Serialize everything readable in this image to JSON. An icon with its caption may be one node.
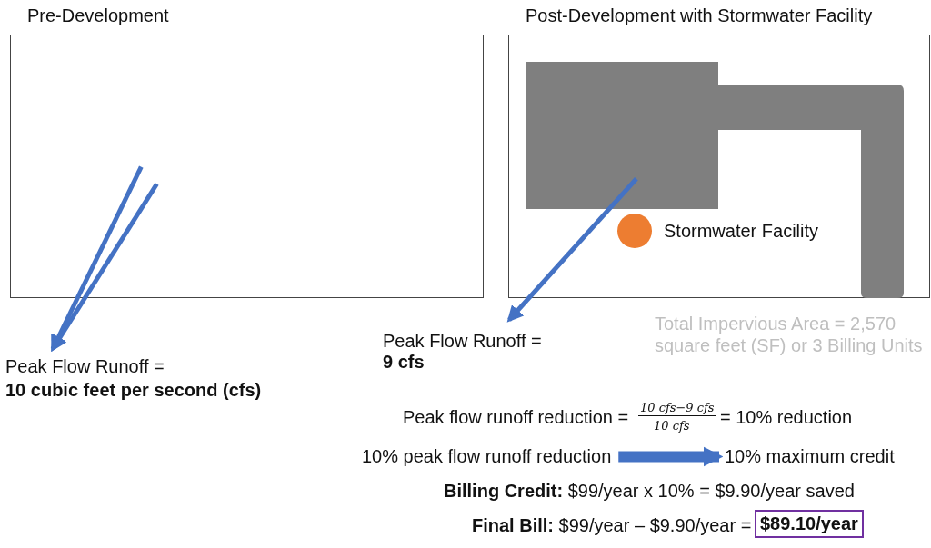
{
  "diagram": {
    "nodes": [
      {
        "text": [
          "Pre-Development"
        ]
      },
      {
        "text": [
          "Post-Development with Stormwater Facility"
        ]
      },
      {
        "text": [],
        "shape": "box",
        "in": 1
      },
      {
        "text": [],
        "shape": "bar",
        "in": 1
      },
      {
        "text": [
          "Peak Flow Runoff = **10 cubic feet per second (cfs)**"
        ]
      },
      {
        "text": [
          "Peak Flow Runoff = **9 cfs**"
        ]
      },
      {
        "text": [
          "10% peak flow runoff reduction"
        ]
      },
      {
        "text": [
          "10% maximum credit"
        ]
      }
    ],
    "edges": [
      {
        "from": 0,
        "to": 4,
        "arrow": "to"
      },
      {
        "from": 0,
        "to": 4,
        "arrow": "to"
      },
      {
        "from": 2,
        "to": 5,
        "arrow": "to"
      },
      {
        "from": 6,
        "to": 7,
        "arrow": "to",
        "style": "thick"
      }
    ],
    "labels": [
      "Stormwater Facility",
      "Total Impervious Area = 2,570 square feet (SF) or 3 Billing Units",
      "Peak flow runoff reduction =",
      "10 cfs−9 cfs",
      "10 cfs",
      "= 10% reduction",
      "**Billing Credit:** $99/year x 10% = $9.90/year saved",
      "**Final Bill:** $99/year – $9.90/year =",
      "$89.10/year"
    ]
  }
}
